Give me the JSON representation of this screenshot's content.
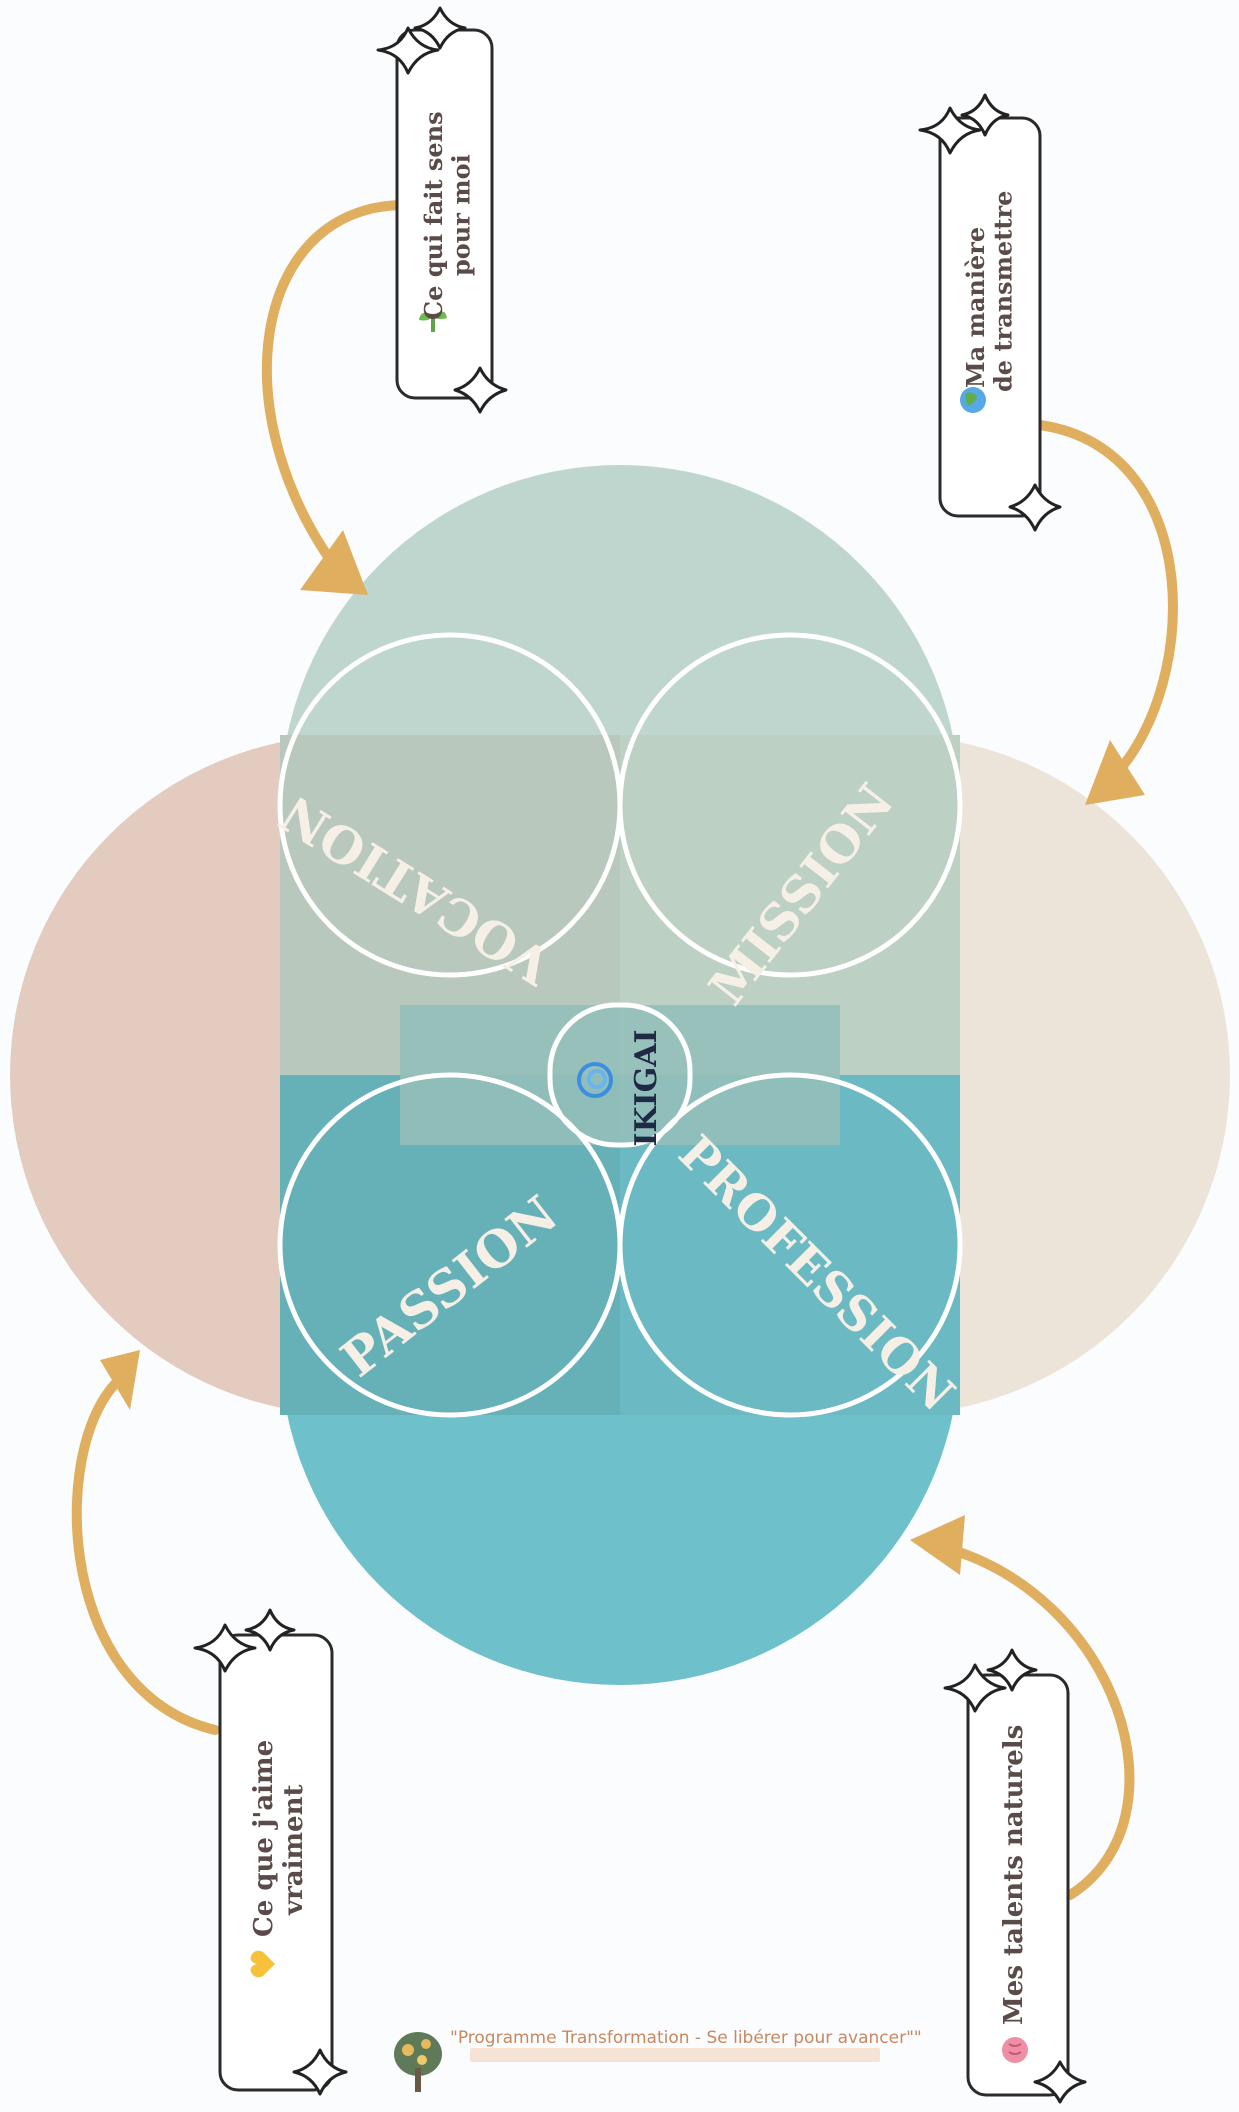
{
  "diagram": {
    "center_label": "IKIGAI",
    "center_icon": "spiral-icon",
    "intersections": {
      "vocation": "VOCATION",
      "mission": "MISSION",
      "passion": "PASSION",
      "profession": "PROFESSION"
    },
    "circle_colors": {
      "top": "#bfd6ce",
      "left": "#e3cbc0",
      "right": "#ece4d9",
      "bottom": "#6ec0cb"
    }
  },
  "callouts": {
    "sens": {
      "icon": "sprout-icon",
      "line1": "Ce qui fait sens",
      "line2": "pour moi"
    },
    "transmettre": {
      "icon": "globe-icon",
      "line1": "Ma manière",
      "line2": "de transmettre"
    },
    "aime": {
      "icon": "heart-icon",
      "line1": "Ce que j'aime",
      "line2": "vraiment"
    },
    "talents": {
      "icon": "brain-icon",
      "line1": "Mes talents naturels",
      "line2": ""
    }
  },
  "footer": {
    "logo": "tree-logo",
    "text": "\"Programme Transformation - Se libérer pour avancer\"\""
  },
  "accent_colors": {
    "arrow": "#dfae5e",
    "label_text": "#5a4a48",
    "intersection_text": "#f5efe6"
  }
}
